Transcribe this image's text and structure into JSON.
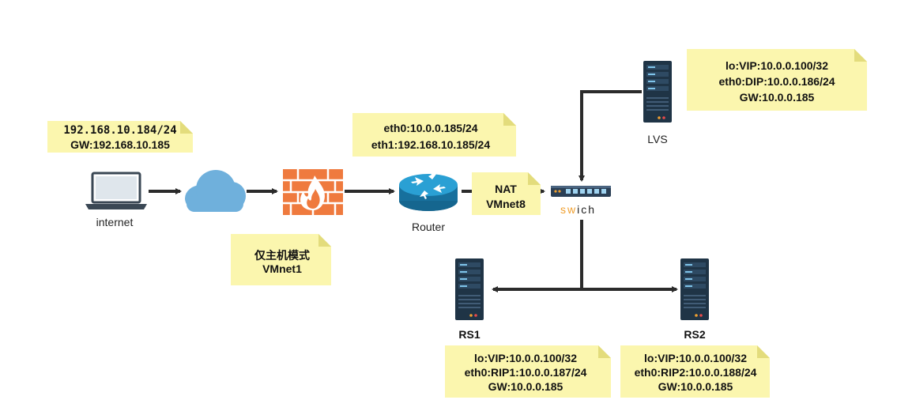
{
  "colors": {
    "note": "#fbf6ae",
    "note_fold": "#e3dc7c",
    "cloud": "#6fb0dc",
    "firewall": "#ef7a3e",
    "router": "#1c7fb8",
    "server": "#1f3446",
    "switch_accent": "#f0a030",
    "line": "#2b2b2b"
  },
  "nodes": {
    "laptop": {
      "icon": "laptop-icon",
      "label": "internet"
    },
    "cloud": {
      "icon": "cloud-icon"
    },
    "firewall": {
      "icon": "firewall-icon"
    },
    "router": {
      "icon": "router-icon",
      "label": "Router"
    },
    "switch": {
      "icon": "switch-icon",
      "label_prefix": "sw",
      "label_suffix": "ich"
    },
    "lvs": {
      "icon": "server-icon",
      "label": "LVS"
    },
    "rs1": {
      "icon": "server-icon",
      "label": "RS1"
    },
    "rs2": {
      "icon": "server-icon",
      "label": "RS2"
    }
  },
  "notes": {
    "client": {
      "line1": "192.168.10.184/24",
      "line2": "GW:192.168.10.185"
    },
    "router": {
      "line1": "eth0:10.0.0.185/24",
      "line2": "eth1:192.168.10.185/24"
    },
    "hostonly": {
      "line1": "仅主机模式",
      "line2": "VMnet1"
    },
    "nat": {
      "line1": "NAT",
      "line2": "VMnet8"
    },
    "lvs": {
      "line1": "lo:VIP:10.0.0.100/32",
      "line2": "eth0:DIP:10.0.0.186/24",
      "line3": "GW:10.0.0.185"
    },
    "rs1": {
      "line1": "lo:VIP:10.0.0.100/32",
      "line2": "eth0:RIP1:10.0.0.187/24",
      "line3": "GW:10.0.0.185"
    },
    "rs2": {
      "line1": "lo:VIP:10.0.0.100/32",
      "line2": "eth0:RIP2:10.0.0.188/24",
      "line3": "GW:10.0.0.185"
    }
  }
}
